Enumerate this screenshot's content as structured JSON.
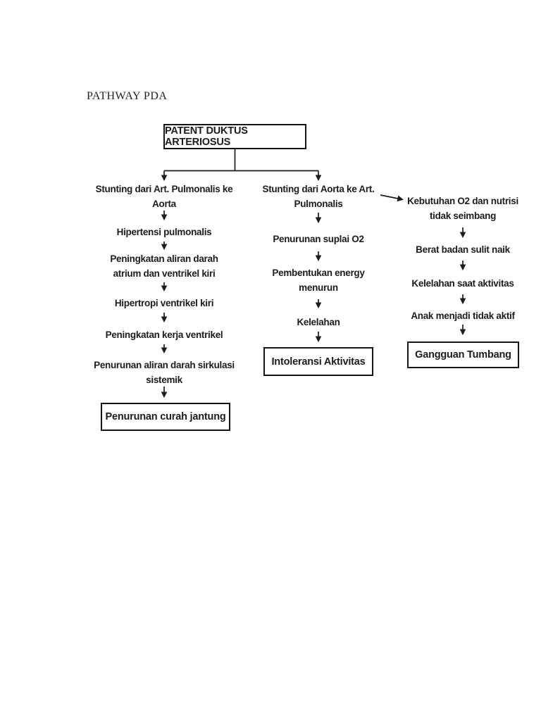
{
  "page": {
    "title": "PATHWAY PDA"
  },
  "flowchart": {
    "root": {
      "label": "PATENT DUKTUS ARTERIOSUS"
    },
    "left": {
      "steps": [
        "Stunting dari Art. Pulmonalis ke\nAorta",
        "Hipertensi pulmonalis",
        "Peningkatan aliran darah\natrium dan ventrikel kiri",
        "Hipertropi ventrikel kiri",
        "Peningkatan kerja ventrikel",
        "Penurunan aliran darah sirkulasi\nsistemik"
      ],
      "outcome": "Penurunan curah jantung"
    },
    "middle": {
      "steps": [
        "Stunting dari Aorta ke Art.\nPulmonalis",
        "Penurunan suplai O2",
        "Pembentukan energy\nmenurun",
        "Kelelahan"
      ],
      "outcome": "Intoleransi Aktivitas"
    },
    "right": {
      "steps": [
        "Kebutuhan O2 dan nutrisi\ntidak seimbang",
        "Berat badan sulit naik",
        "Kelelahan saat aktivitas",
        "Anak menjadi tidak aktif"
      ],
      "outcome": "Gangguan Tumbang"
    },
    "colors": {
      "text": "#1c1c1c",
      "line": "#1d1d1d",
      "box_border": "#141414",
      "background": "#ffffff"
    }
  }
}
